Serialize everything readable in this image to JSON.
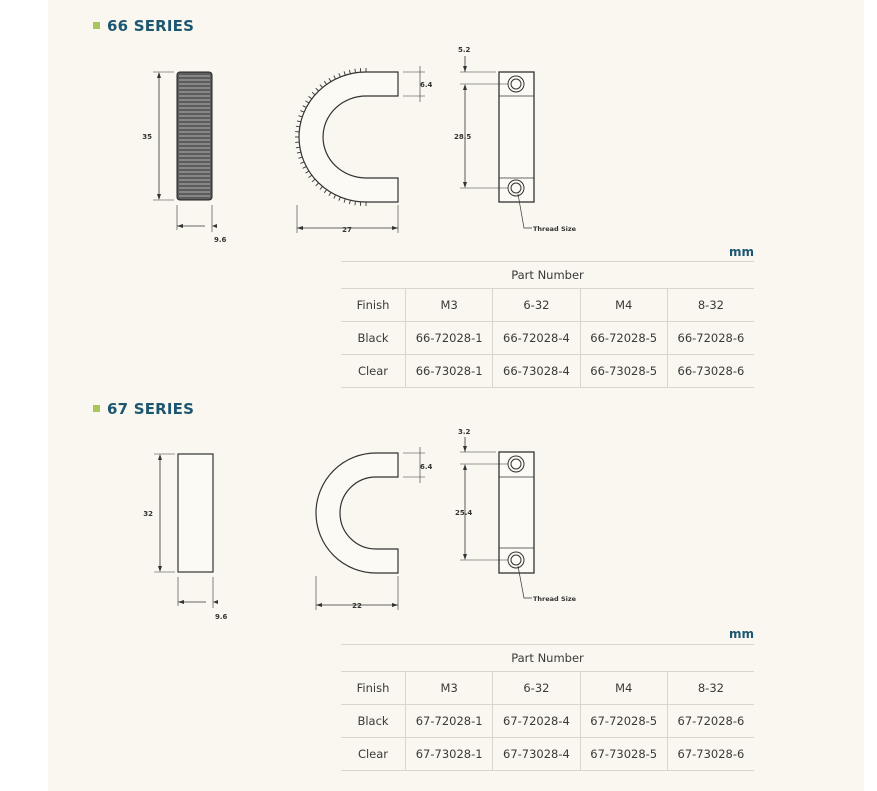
{
  "sections": [
    {
      "title": "66 SERIES",
      "dims": {
        "height": "35",
        "thickness": "9.6",
        "width": "27",
        "arm": "6.4",
        "edge": "5.2",
        "pitch": "28.5",
        "thread": "Thread Size"
      },
      "unit": "mm",
      "table": {
        "group_header": "Part Number",
        "columns": [
          "Finish",
          "M3",
          "6-32",
          "M4",
          "8-32"
        ],
        "rows": [
          [
            "Black",
            "66-72028-1",
            "66-72028-4",
            "66-72028-5",
            "66-72028-6"
          ],
          [
            "Clear",
            "66-73028-1",
            "66-73028-4",
            "66-73028-5",
            "66-73028-6"
          ]
        ]
      }
    },
    {
      "title": "67 SERIES",
      "dims": {
        "height": "32",
        "thickness": "9.6",
        "width": "22",
        "arm": "6.4",
        "edge": "3.2",
        "pitch": "25.4",
        "thread": "Thread Size"
      },
      "unit": "mm",
      "table": {
        "group_header": "Part Number",
        "columns": [
          "Finish",
          "M3",
          "6-32",
          "M4",
          "8-32"
        ],
        "rows": [
          [
            "Black",
            "67-72028-1",
            "67-72028-4",
            "67-72028-5",
            "67-72028-6"
          ],
          [
            "Clear",
            "67-73028-1",
            "67-73028-4",
            "67-73028-5",
            "67-73028-6"
          ]
        ]
      }
    }
  ]
}
